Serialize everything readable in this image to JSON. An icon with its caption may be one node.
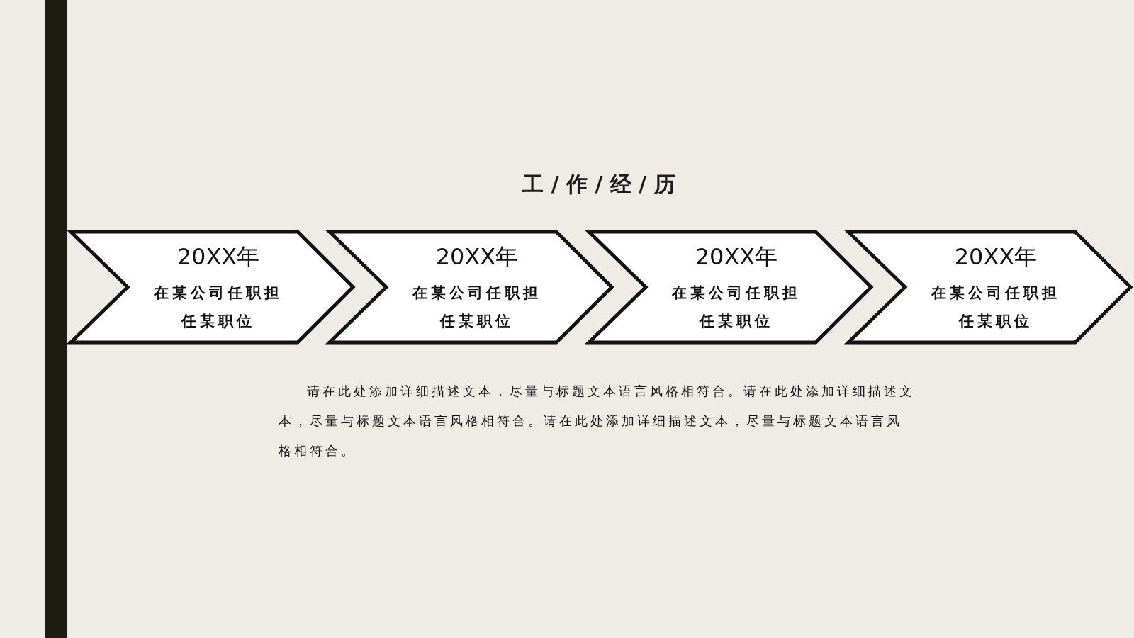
{
  "diagram": {
    "title": "工 / 作 / 经 / 历",
    "nodes": [
      {
        "text": [],
        "shape": "bar"
      },
      {
        "text": [
          "20XX年",
          "在某公司任职担任某职位"
        ]
      },
      {
        "text": [
          "20XX年",
          "在某公司任职担任某职位"
        ]
      },
      {
        "text": [
          "20XX年",
          "在某公司任职担任某职位"
        ]
      },
      {
        "text": [
          "20XX年",
          "在某公司任职担任某职位"
        ]
      }
    ],
    "edges": [],
    "labels": [
      "请在此处添加详细描述文本，尽量与标题文本语言风格相符合。请在此处添加详细描述文本，尽量与标题文本语言风格相符合。请在此处添加详细描述文本，尽量与标题文本语言风格相符合。"
    ]
  }
}
